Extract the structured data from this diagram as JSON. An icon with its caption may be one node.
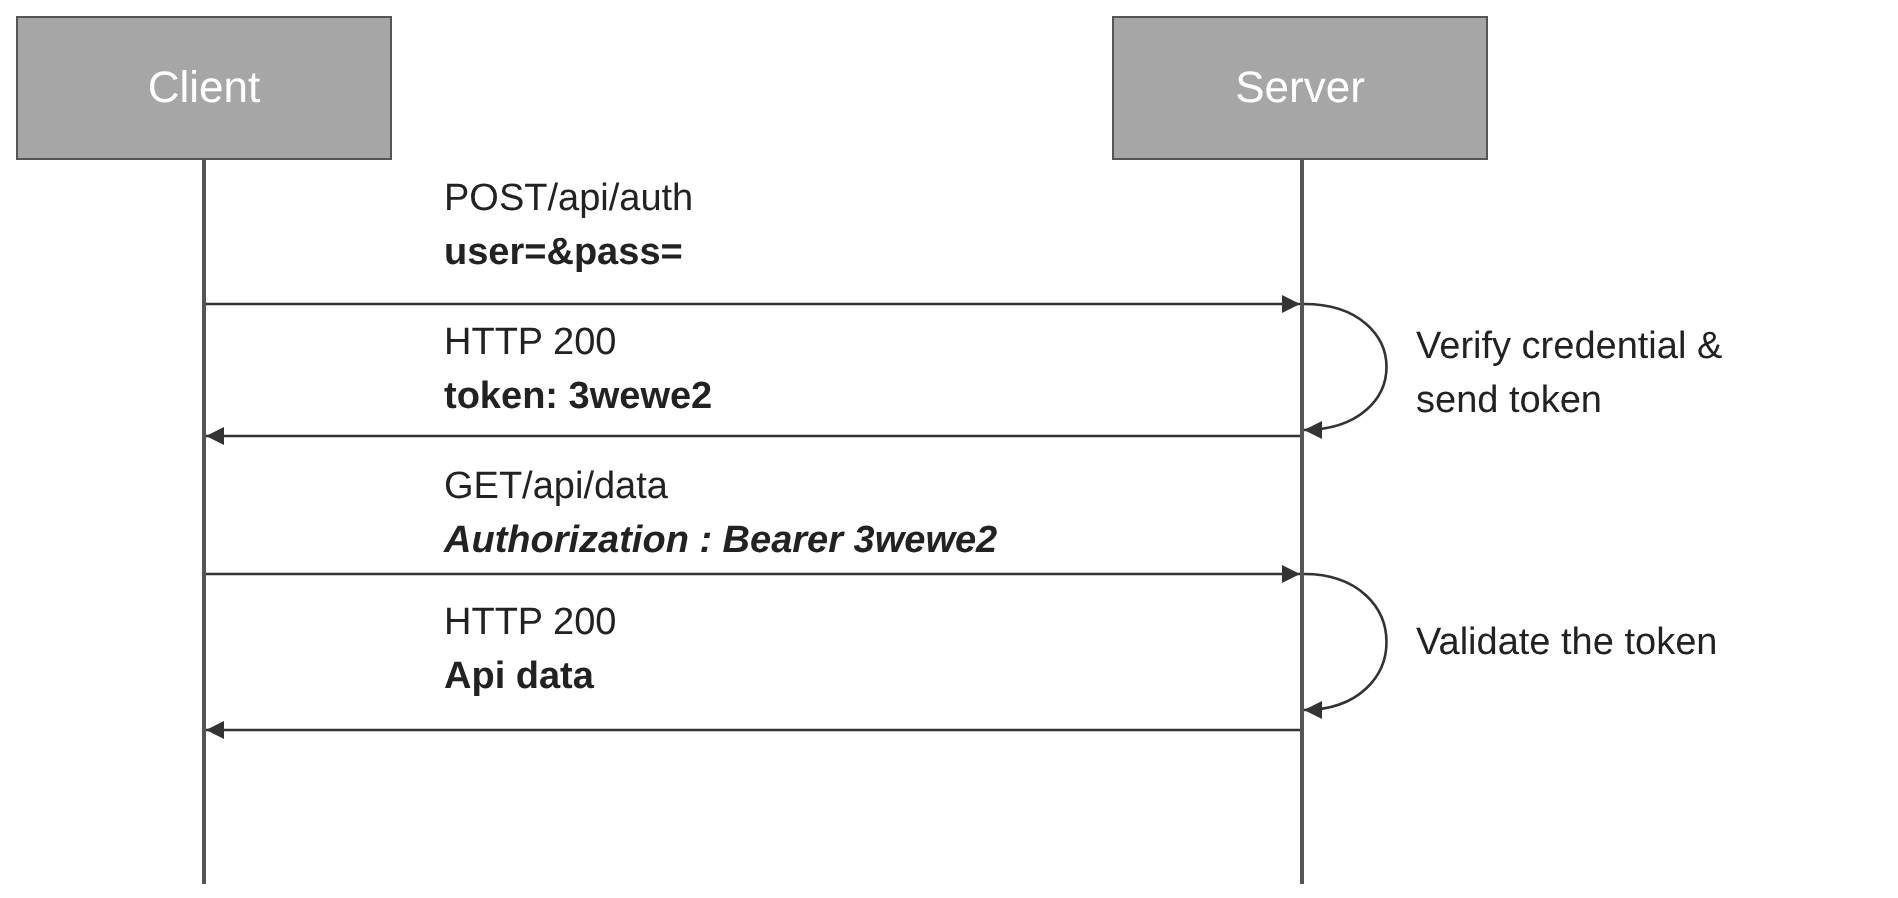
{
  "diagram": {
    "nodes": [
      {
        "text": [
          "Client"
        ]
      },
      {
        "text": [
          "Server"
        ]
      },
      {
        "text": [],
        "shape": "line"
      },
      {
        "text": [],
        "shape": "line"
      }
    ],
    "edges": [
      {
        "from": 2,
        "to": 3,
        "arrow": "to",
        "label": "POST/api/auth **user=&pass=**"
      },
      {
        "from": 3,
        "to": 3,
        "arrow": "to",
        "label": "Verify credential & send token"
      },
      {
        "from": 3,
        "to": 2,
        "arrow": "to",
        "label": "HTTP 200 **token: 3wewe2**"
      },
      {
        "from": 2,
        "to": 3,
        "arrow": "to",
        "label": "GET/api/data **Authorization : Bearer 3wewe2**"
      },
      {
        "from": 3,
        "to": 3,
        "arrow": "to",
        "label": "Validate the token"
      },
      {
        "from": 3,
        "to": 2,
        "arrow": "to",
        "label": "HTTP 200 **Api data**"
      }
    ]
  }
}
